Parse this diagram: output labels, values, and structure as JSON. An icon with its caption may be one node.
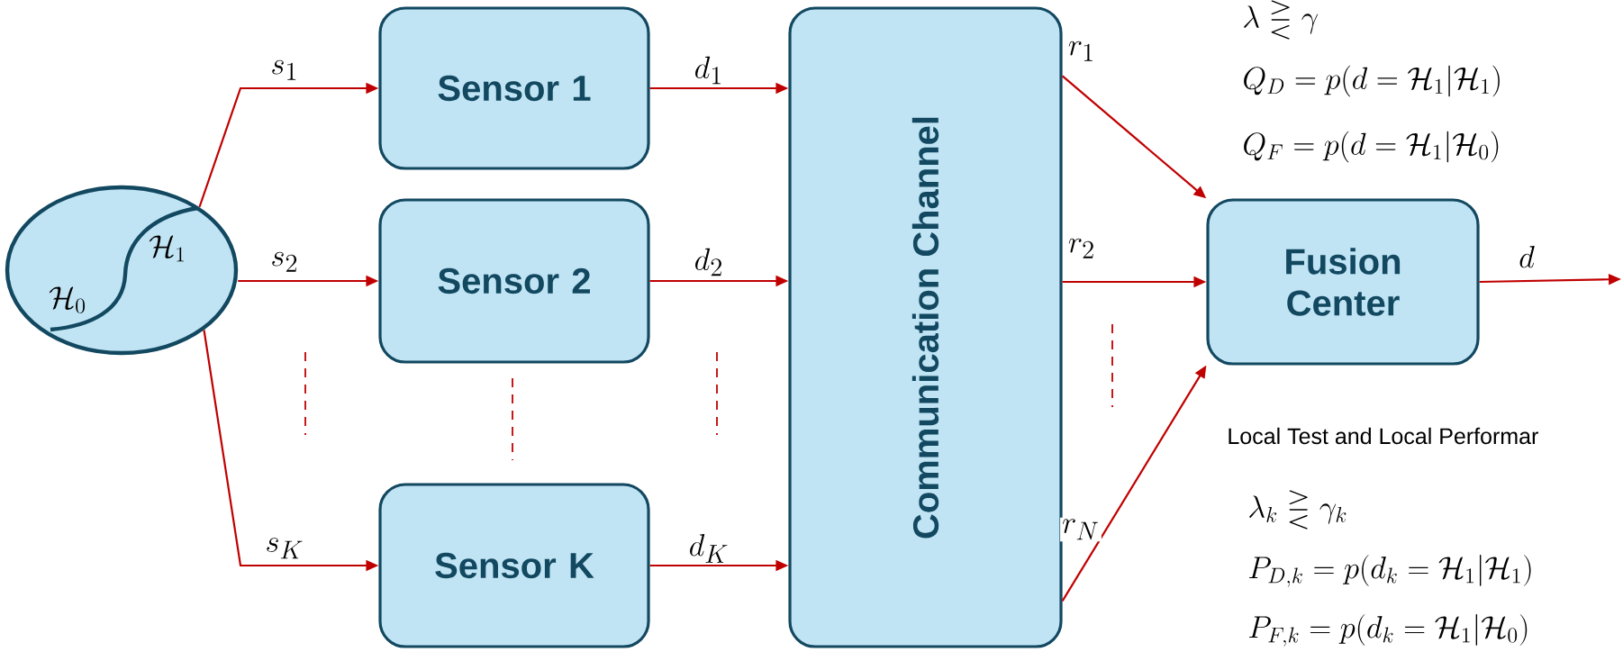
{
  "diagram": {
    "nodes": [
      {
        "text": [
          "\\mathcal{H}_0",
          "\\mathcal{H}_1"
        ]
      },
      {
        "text": [
          "Sensor 1"
        ]
      },
      {
        "text": [
          "Sensor 2"
        ]
      },
      {
        "text": [
          "Sensor K"
        ]
      },
      {
        "text": [
          "Communication Channel"
        ]
      },
      {
        "text": [
          "Fusion Center"
        ]
      }
    ],
    "edges": [
      {
        "from": 0,
        "to": 1,
        "arrow": "to",
        "label": "s_1"
      },
      {
        "from": 0,
        "to": 2,
        "arrow": "to",
        "label": "s_2"
      },
      {
        "from": 0,
        "to": 3,
        "arrow": "to",
        "label": "s_K"
      },
      {
        "from": 1,
        "to": 4,
        "arrow": "to",
        "label": "d_1"
      },
      {
        "from": 2,
        "to": 4,
        "arrow": "to",
        "label": "d_2"
      },
      {
        "from": 3,
        "to": 4,
        "arrow": "to",
        "label": "d_K"
      },
      {
        "from": 4,
        "to": 5,
        "arrow": "to",
        "label": "r_1"
      },
      {
        "from": 4,
        "to": 5,
        "arrow": "to",
        "label": "r_2"
      },
      {
        "from": 4,
        "to": 5,
        "arrow": "to",
        "label": "r_N"
      },
      {
        "from": 5,
        "to": null,
        "arrow": "to",
        "label": "d"
      }
    ],
    "labels": [
      "\\lambda \\gtreqless \\gamma",
      "Q_D = p(d = \\mathcal{H}_1 | \\mathcal{H}_1)",
      "Q_F = p(d = \\mathcal{H}_1 | \\mathcal{H}_0)",
      "Local Test and Local Performar",
      "\\lambda_k \\gtreqless \\gamma_k",
      "P_{D,k} = p(d_k = \\mathcal{H}_1 | \\mathcal{H}_1)",
      "P_{F,k} = p(d_k = \\mathcal{H}_1 | \\mathcal{H}_0)"
    ]
  }
}
